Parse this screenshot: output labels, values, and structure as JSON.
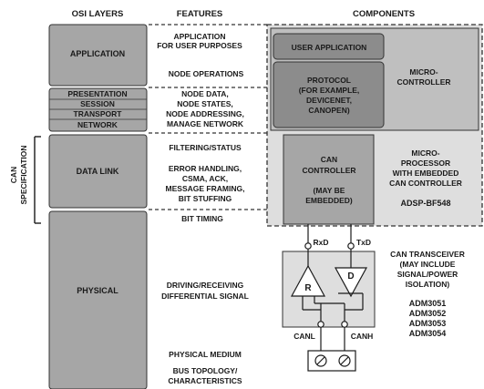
{
  "headers": {
    "osi_layers": "OSI LAYERS",
    "features": "FEATURES",
    "components": "COMPONENTS"
  },
  "side_label": {
    "line1": "CAN",
    "line2": "SPECIFICATION"
  },
  "osi_layers": {
    "application": "APPLICATION",
    "presentation": "PRESENTATION",
    "session": "SESSION",
    "transport": "TRANSPORT",
    "network": "NETWORK",
    "data_link": "DATA LINK",
    "physical": "PHYSICAL"
  },
  "features": {
    "app_user_1": "APPLICATION",
    "app_user_2": "FOR USER PURPOSES",
    "node_operations": "NODE OPERATIONS",
    "node_data": "NODE DATA,",
    "node_states": "NODE STATES,",
    "node_addressing": "NODE ADDRESSING,",
    "manage_network": "MANAGE NETWORK",
    "filtering_status": "FILTERING/STATUS",
    "error_handling": "ERROR HANDLING,",
    "csma_ack": "CSMA, ACK,",
    "message_framing": "MESSAGE FRAMING,",
    "bit_stuffing": "BIT STUFFING",
    "bit_timing": "BIT TIMING",
    "driving_receiving": "DRIVING/RECEIVING",
    "differential_signal": "DIFFERENTIAL SIGNAL",
    "physical_medium": "PHYSICAL MEDIUM",
    "bus_topology": "BUS TOPOLOGY/",
    "characteristics": "CHARACTERISTICS"
  },
  "components": {
    "user_application": "USER APPLICATION",
    "protocol_1": "PROTOCOL",
    "protocol_2": "(FOR EXAMPLE,",
    "protocol_3": "DEVICENET,",
    "protocol_4": "CANOPEN)",
    "micro_controller_1": "MICRO-",
    "micro_controller_2": "CONTROLLER",
    "can_controller_1": "CAN",
    "can_controller_2": "CONTROLLER",
    "can_controller_3": "(MAY BE",
    "can_controller_4": "EMBEDDED)",
    "microprocessor_1": "MICRO-",
    "microprocessor_2": "PROCESSOR",
    "microprocessor_3": "WITH EMBEDDED",
    "microprocessor_4": "CAN CONTROLLER",
    "adsp_part": "ADSP-BF548",
    "rxd": "RxD",
    "txd": "TxD",
    "receiver": "R",
    "driver": "D",
    "canl": "CANL",
    "canh": "CANH",
    "transceiver_1": "CAN TRANSCEIVER",
    "transceiver_2": "(MAY INCLUDE",
    "transceiver_3": "SIGNAL/POWER",
    "transceiver_4": "ISOLATION)",
    "part_1": "ADM3051",
    "part_2": "ADM3052",
    "part_3": "ADM3053",
    "part_4": "ADM3054"
  },
  "colors": {
    "layer_fill": "#a6a6a6",
    "component_fill": "#8c8c8c",
    "panel_fill": "#dedede",
    "outline": "#333333"
  }
}
